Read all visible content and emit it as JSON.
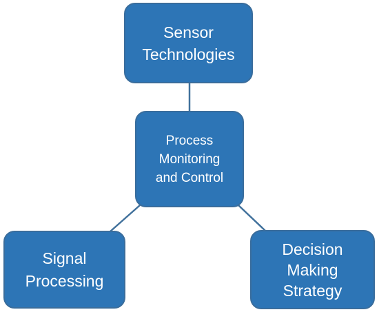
{
  "nodes": {
    "sensor_technologies": {
      "lines": [
        "Sensor",
        "Technologies"
      ]
    },
    "process_monitoring": {
      "lines": [
        "Process",
        "Monitoring",
        "and Control"
      ]
    },
    "signal_processing": {
      "lines": [
        "Signal",
        "Processing"
      ]
    },
    "decision_making": {
      "lines": [
        "Decision",
        "Making",
        "Strategy"
      ]
    }
  },
  "colors": {
    "node_fill": "#2d75b6",
    "node_border": "#3a6d9c",
    "connector": "#41719c",
    "text": "#ffffff"
  }
}
